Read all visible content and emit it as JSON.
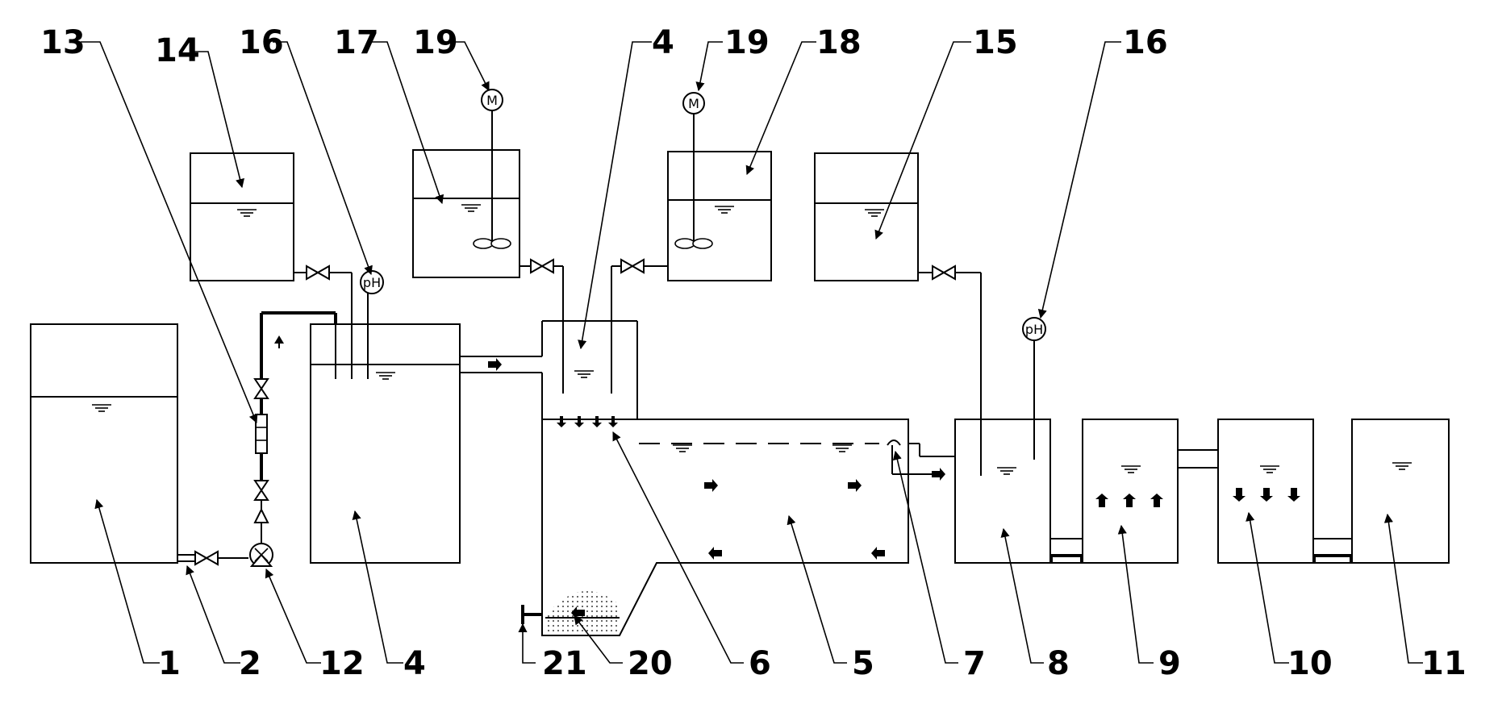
{
  "labels": {
    "l1": "1",
    "l2": "2",
    "l4a": "4",
    "l4b": "4",
    "l5": "5",
    "l6": "6",
    "l7": "7",
    "l8": "8",
    "l9": "9",
    "l10": "10",
    "l11": "11",
    "l12": "12",
    "l13": "13",
    "l14": "14",
    "l15": "15",
    "l16a": "16",
    "l16b": "16",
    "l17": "17",
    "l18": "18",
    "l19a": "19",
    "l19b": "19",
    "l20": "20",
    "l21": "21"
  },
  "meters": {
    "ph": "pH",
    "motor": "M"
  },
  "icons": {
    "valve": "valve-icon",
    "pump": "pump-icon",
    "flowmeter": "flowmeter-icon",
    "stirrer": "stirrer-icon",
    "motor": "motor-icon",
    "ph_probe": "ph-probe-icon",
    "water_level": "water-level-icon",
    "sludge": "sludge-icon"
  },
  "colors": {
    "line": "#000000",
    "background": "#ffffff"
  }
}
